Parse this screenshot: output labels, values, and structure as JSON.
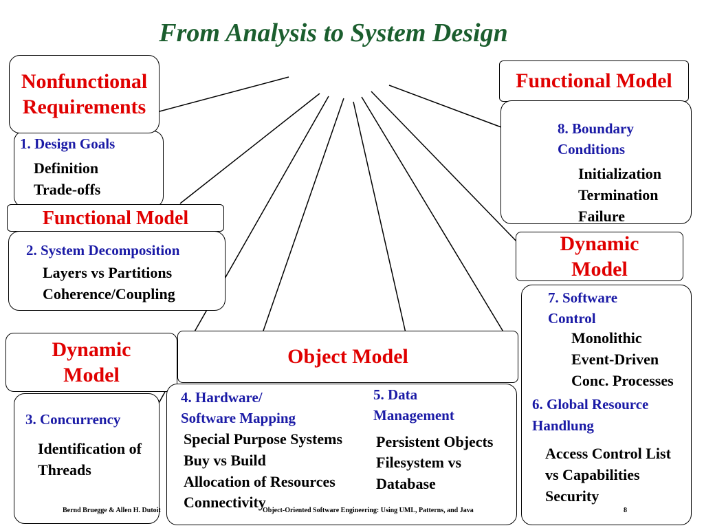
{
  "title": "From Analysis to System Design",
  "labels": {
    "nonfunctional": "Nonfunctional Requirements",
    "functional_left": "Functional Model",
    "dynamic_left": "Dynamic Model",
    "object": "Object Model",
    "functional_right": "Functional Model",
    "dynamic_right": "Dynamic Model"
  },
  "boxes": {
    "design_goals": {
      "heading": "1. Design Goals",
      "items": [
        "Definition",
        "Trade-offs"
      ]
    },
    "decomposition": {
      "heading": "2. System Decomposition",
      "items": [
        "Layers vs Partitions",
        "Coherence/Coupling"
      ]
    },
    "concurrency": {
      "heading": "3. Concurrency",
      "items": [
        "Identification of",
        "Threads"
      ]
    },
    "hardware": {
      "heading_1": "4. Hardware/",
      "heading_2": "Software Mapping",
      "items": [
        "Special Purpose Systems",
        "Buy vs Build",
        "Allocation of Resources",
        "Connectivity"
      ]
    },
    "data": {
      "heading_1": "5. Data",
      "heading_2": "Management",
      "items": [
        "Persistent Objects",
        "Filesystem vs",
        "Database"
      ]
    },
    "global_resource": {
      "heading_1": "6. Global Resource",
      "heading_2": "Handlung",
      "items": [
        "Access Control List",
        "vs Capabilities",
        "Security"
      ]
    },
    "software_control": {
      "heading_1": "7. Software",
      "heading_2": "Control",
      "items": [
        "Monolithic",
        "Event-Driven",
        "Conc. Processes"
      ]
    },
    "boundary": {
      "heading_1": "8. Boundary",
      "heading_2": "Conditions",
      "items": [
        "Initialization",
        "Termination",
        "Failure"
      ]
    }
  },
  "footer": {
    "authors": "Bernd Bruegge & Allen H. Dutoit",
    "book": "Object-Oriented Software Engineering: Using UML, Patterns, and Java",
    "page": "8"
  },
  "colors": {
    "title": "#1b5e2e",
    "label": "#e00000",
    "heading": "#1a1aa6",
    "text": "#000000"
  }
}
